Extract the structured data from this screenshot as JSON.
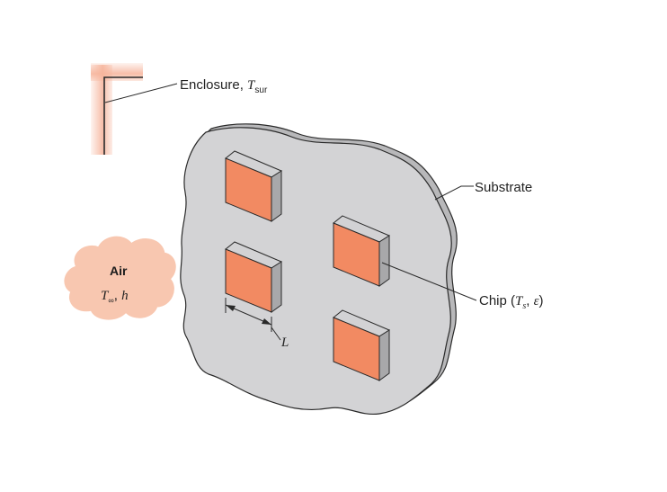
{
  "labels": {
    "enclosure": {
      "text": "Enclosure, ",
      "symbol": "T",
      "subscript": "sur"
    },
    "substrate": "Substrate",
    "chip": {
      "text": "Chip (",
      "symbol_t": "T",
      "sub_s": "s",
      "comma": ", ",
      "symbol_eps": "ε",
      "close": ")"
    },
    "air_title": "Air",
    "air_props": {
      "symbol_t": "T",
      "sub_inf": "∞",
      "sep": ", ",
      "symbol_h": "h"
    },
    "length": "L"
  },
  "colors": {
    "chip_front": "#f28a62",
    "chip_side": "#a8a8aa",
    "chip_top": "#d2d2d4",
    "substrate_face": "#d3d3d5",
    "substrate_edge": "#b8b8ba",
    "air_cloud": "#f8c7b0",
    "enclosure_glow": "#f6b39a",
    "line": "#2a2a2a"
  }
}
